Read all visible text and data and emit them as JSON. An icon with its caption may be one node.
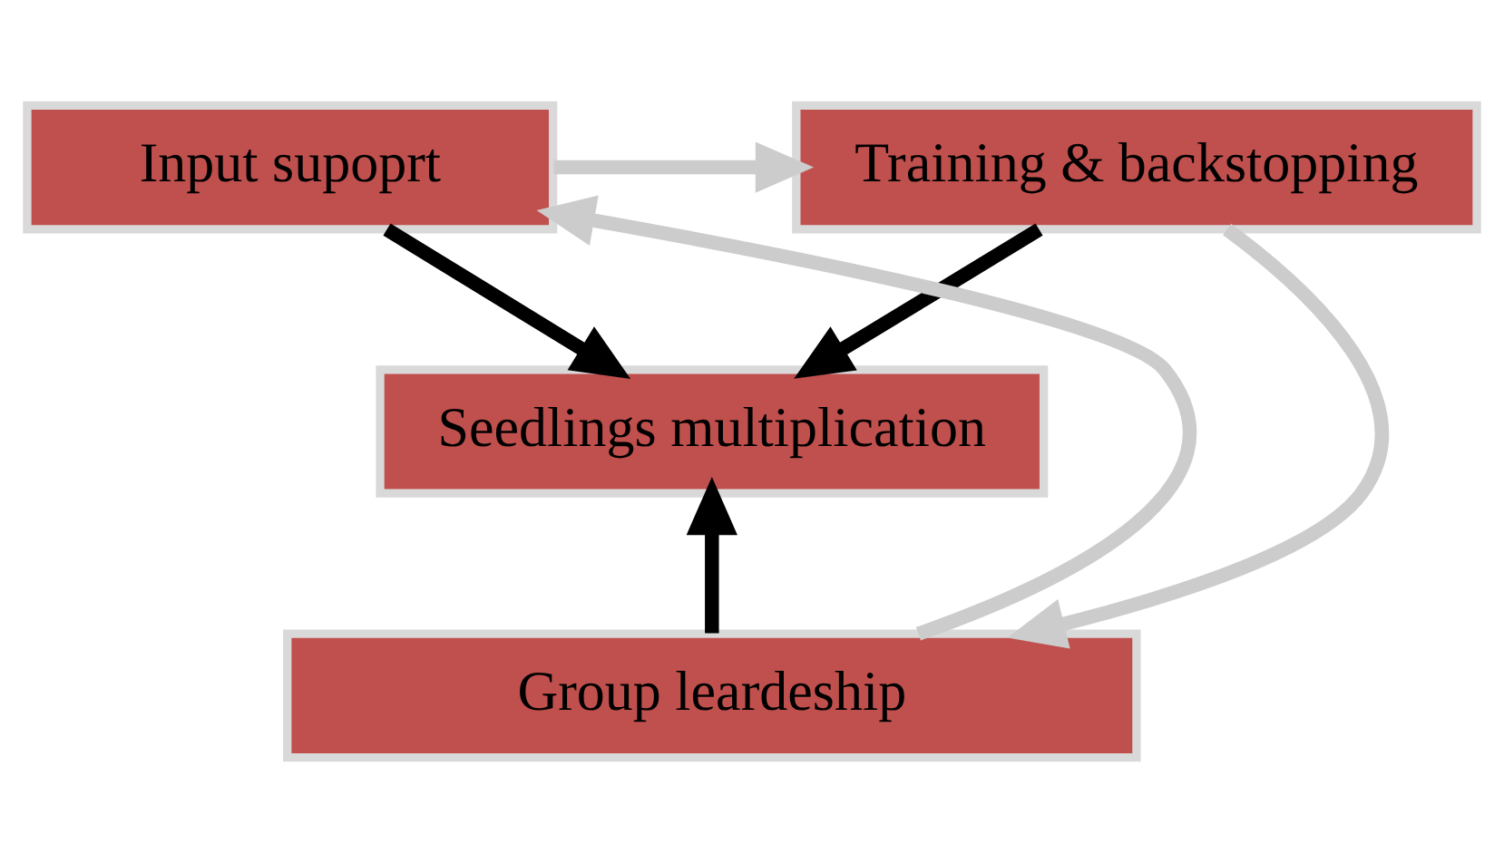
{
  "diagram": {
    "nodes": [
      {
        "text": [
          "Input supoprt"
        ]
      },
      {
        "text": [
          "Training & backstopping"
        ]
      },
      {
        "text": [
          "Seedlings multiplication"
        ]
      },
      {
        "text": [
          "Group leardeship"
        ]
      }
    ],
    "edges": [
      {
        "from": 0,
        "to": 1,
        "arrow": "to",
        "color": "#cccccc"
      },
      {
        "from": 1,
        "to": 3,
        "arrow": "to",
        "color": "#cccccc"
      },
      {
        "from": 3,
        "to": 0,
        "arrow": "to",
        "color": "#cccccc"
      },
      {
        "from": 0,
        "to": 2,
        "arrow": "to",
        "color": "#000000"
      },
      {
        "from": 1,
        "to": 2,
        "arrow": "to",
        "color": "#000000"
      },
      {
        "from": 3,
        "to": 2,
        "arrow": "to",
        "color": "#000000"
      }
    ]
  }
}
